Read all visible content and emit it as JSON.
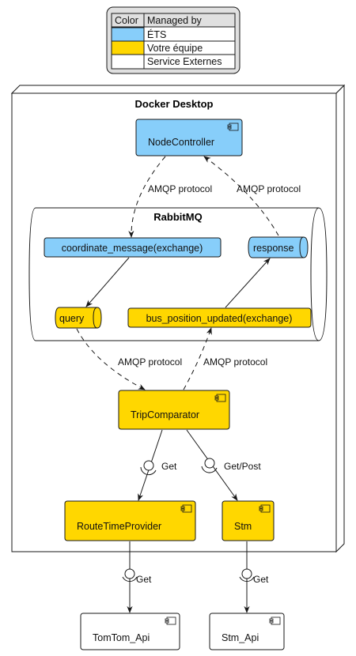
{
  "legend": {
    "header_color": "Color",
    "header_managed": "Managed by",
    "rows": [
      {
        "color": "#87cefa",
        "label": "ÉTS"
      },
      {
        "color": "#ffd700",
        "label": "Votre équipe"
      },
      {
        "color": "#ffffff",
        "label": "Service Externes"
      }
    ]
  },
  "colors": {
    "ets": "#87cefa",
    "team": "#ffd700",
    "external": "#ffffff",
    "border": "#181818"
  },
  "nodes": {
    "docker_desktop": "Docker Desktop",
    "rabbitmq": "RabbitMQ",
    "node_controller": "NodeController",
    "coordinate_message": "coordinate_message(exchange)",
    "response": "response",
    "query": "query",
    "bus_position_updated": "bus_position_updated(exchange)",
    "trip_comparator": "TripComparator",
    "route_time_provider": "RouteTimeProvider",
    "stm": "Stm",
    "tomtom_api": "TomTom_Api",
    "stm_api": "Stm_Api"
  },
  "edges": {
    "amqp1": "AMQP protocol",
    "amqp2": "AMQP protocol",
    "amqp3": "AMQP protocol",
    "amqp4": "AMQP protocol",
    "get1": "Get",
    "getpost": "Get/Post",
    "get2": "Get",
    "get3": "Get"
  }
}
